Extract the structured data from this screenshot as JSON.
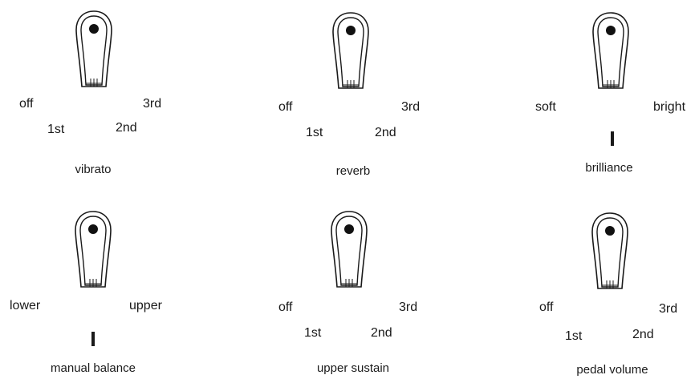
{
  "controls": [
    {
      "id": "vibrato",
      "positions": {
        "off": "off",
        "first": "1st",
        "second": "2nd",
        "third": "3rd"
      },
      "name": "vibrato"
    },
    {
      "id": "reverb",
      "positions": {
        "off": "off",
        "first": "1st",
        "second": "2nd",
        "third": "3rd"
      },
      "name": "reverb"
    },
    {
      "id": "brilliance",
      "positions": {
        "left": "soft",
        "right": "bright"
      },
      "name": "brilliance"
    },
    {
      "id": "manual-balance",
      "positions": {
        "left": "lower",
        "right": "upper"
      },
      "name": "manual balance"
    },
    {
      "id": "upper-sustain",
      "positions": {
        "off": "off",
        "first": "1st",
        "second": "2nd",
        "third": "3rd"
      },
      "name": "upper sustain"
    },
    {
      "id": "pedal-volume",
      "positions": {
        "off": "off",
        "first": "1st",
        "second": "2nd",
        "third": "3rd"
      },
      "name": "pedal volume"
    }
  ]
}
